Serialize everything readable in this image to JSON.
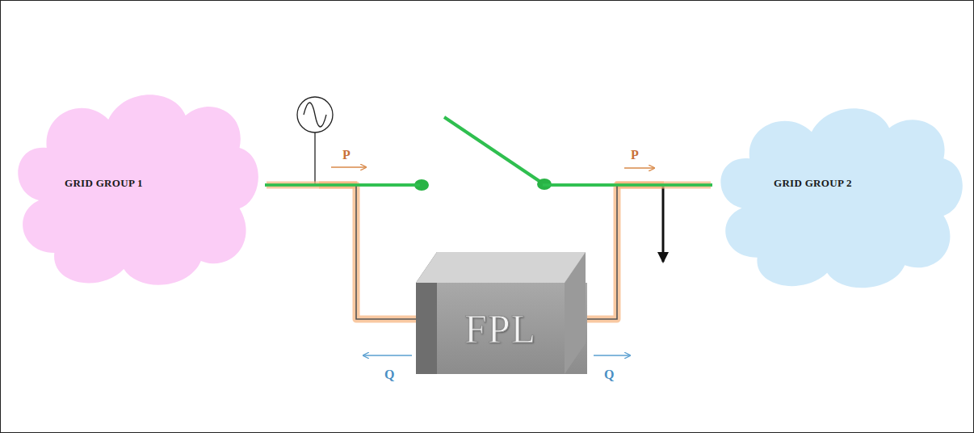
{
  "diagram": {
    "nodes": [
      {
        "text": [
          "GRID GROUP 1"
        ]
      },
      {
        "text": [
          "GRID GROUP 2"
        ]
      },
      {
        "text": [
          "FPL"
        ]
      }
    ],
    "edges": [
      {
        "from": 0,
        "to": 2,
        "arrow": "none"
      },
      {
        "from": 2,
        "to": 1,
        "arrow": "none"
      }
    ],
    "labels": [
      "P",
      "P",
      "Q",
      "Q"
    ]
  }
}
